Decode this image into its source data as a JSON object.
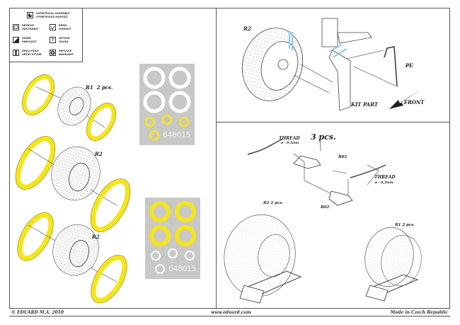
{
  "legend": {
    "items": [
      {
        "icon": "symmetrical-assembly-icon",
        "line1": "SYMETRICAL ASSEMBLY",
        "line2": "SYMETRICKÁ MONTÁŽ"
      },
      {
        "icon": "remove-icon",
        "line1": "REMOVE",
        "line2": "ODSTRANIT"
      },
      {
        "icon": "bend-icon",
        "line1": "BEND",
        "line2": "OHNOUT"
      },
      {
        "icon": "grind-icon",
        "line1": "GRIND",
        "line2": "OBROUSIT"
      },
      {
        "icon": "option-icon",
        "line1": "OPTION",
        "line2": "VOLBA"
      },
      {
        "icon": "drill-hole-icon",
        "line1": "DRILL HOLE",
        "line2": "VRTAT OTVOR"
      },
      {
        "icon": "replace-icon",
        "line1": "REPLACE",
        "line2": "NAHRADIT"
      }
    ]
  },
  "left_panel": {
    "wheels": [
      {
        "part": "R1",
        "qty": "2 pcs."
      },
      {
        "part": "R2",
        "qty": ""
      },
      {
        "part": "R2",
        "qty": ""
      }
    ],
    "mask_sheets": [
      {
        "code": "648015",
        "large_rings": "white",
        "small_rings": "yellow"
      },
      {
        "code": "648015",
        "large_rings": "yellow",
        "small_rings": "white"
      }
    ]
  },
  "top_right_panel": {
    "wheel_label": "R2",
    "pe_label": "PE",
    "kit_part_label": "KIT PART",
    "front_label": "FRONT"
  },
  "bottom_right_panel": {
    "qty_label": "3 pcs.",
    "thread_label_1": "THREAD",
    "thread_spec_1": "ø - 0,3mm",
    "thread_label_2": "THREAD",
    "thread_spec_2": "ø - 0,3mm",
    "chock_label_1": "B02",
    "chock_label_2": "B02",
    "wheel_r2_label": "R2  2 pcs.",
    "wheel_r1_label": "R1  2 pcs."
  },
  "footer": {
    "copyright": "© EDUARD  M.A. 2010",
    "website": "www.eduard.com",
    "origin": "Made in Czech Republic"
  },
  "colors": {
    "mask_yellow": "#f5e51c",
    "mask_outline": "#8a7d00",
    "sheet_grey": "#c8c8c8",
    "line": "#555555",
    "highlight_blue": "#8ec8ea"
  }
}
